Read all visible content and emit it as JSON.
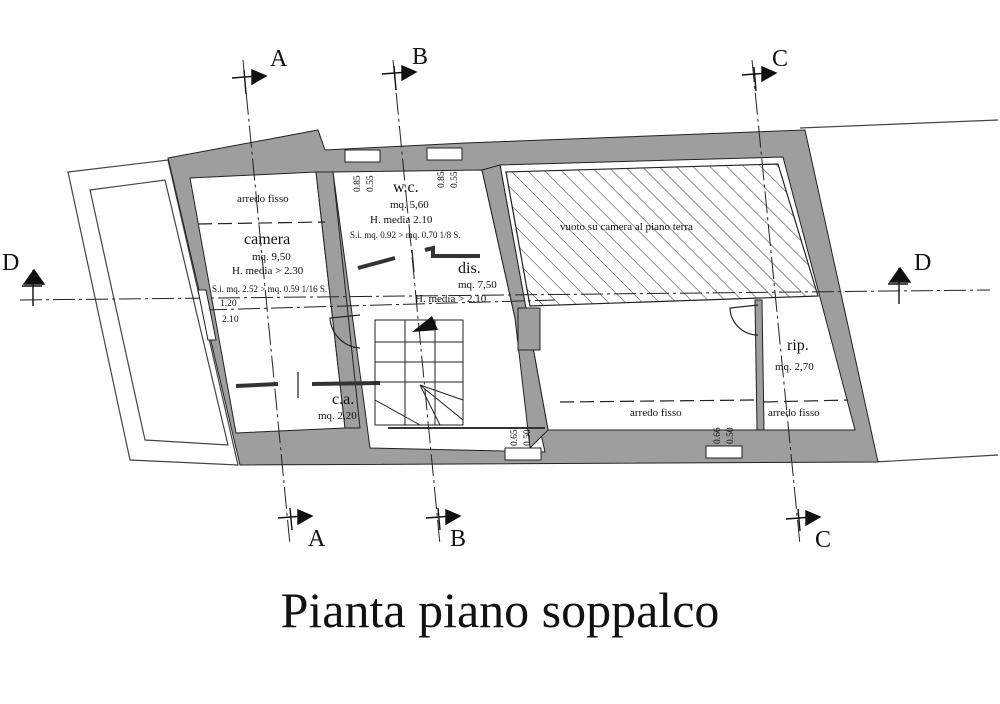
{
  "title": "Pianta piano soppalco",
  "sections": {
    "a": "A",
    "b": "B",
    "c": "C",
    "d": "D"
  },
  "rooms": {
    "camera": {
      "fixed": "arredo fisso",
      "name": "camera",
      "area": "mq. 9,50",
      "height": "H. media > 2.30",
      "note": "S.i. mq. 2.52 > mq. 0.59 1/16 S."
    },
    "wc": {
      "name": "w.c.",
      "area": "mq. 5,60",
      "height": "H. media 2.10",
      "note": "S.i. mq. 0.92 > mq. 0.70 1/8 S."
    },
    "dis": {
      "name": "dis.",
      "area": "mq. 7,50",
      "height": "H. media > 2.10"
    },
    "ca": {
      "name": "c.a.",
      "area": "mq. 2,20"
    },
    "void": {
      "label": "vuoto su camera al piano terra"
    },
    "rip": {
      "name": "rip.",
      "area": "mq. 2,70",
      "fixed": "arredo fisso"
    },
    "main": {
      "fixed": "arredo fisso"
    }
  },
  "dims": {
    "wc_win_1a": "0.85",
    "wc_win_1b": "0.55",
    "wc_win_2a": "0.85",
    "wc_win_2b": "0.55",
    "side_win_a": "1.20",
    "side_win_b": "2.10",
    "bottom_win_1a": "0.65",
    "bottom_win_1b": "0.50",
    "bottom_win_2a": "0.66",
    "bottom_win_2b": "0.50"
  }
}
